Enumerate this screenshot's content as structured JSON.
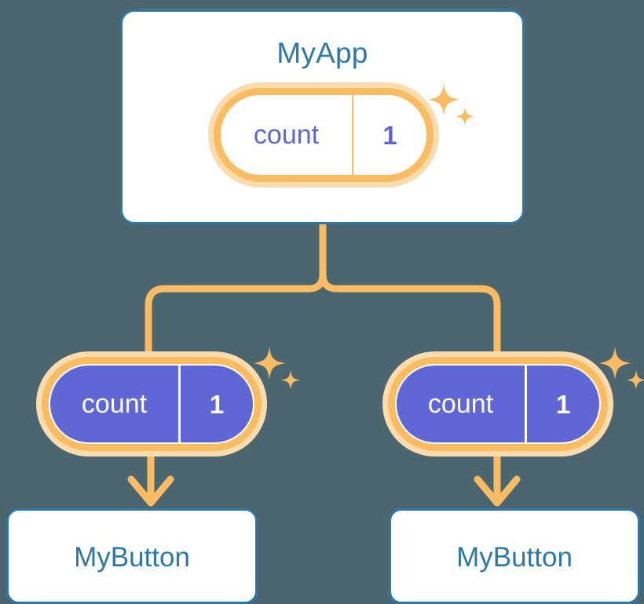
{
  "theme": {
    "background": "#4C6670",
    "card_fill": "#FFFFFF",
    "card_border": "#2E78A8",
    "title_text": "#2E78A8",
    "pill_ring": "#F9BC63",
    "pill_halo": "#FBDCAE",
    "pill_fill_active": "#6067D4",
    "pill_text_purple": "#6067D4",
    "pill_text_white": "#FFFFFF",
    "connector": "#F9BC63",
    "sparkle": "#F9BC63"
  },
  "diagram": {
    "type": "component-tree",
    "root": {
      "name": "app-card",
      "title": "MyApp",
      "state_pill": {
        "key": "count",
        "value": "1",
        "style": "outline",
        "sparkle": true
      }
    },
    "children": [
      {
        "name": "child-left",
        "state_pill": {
          "key": "count",
          "value": "1",
          "style": "filled",
          "sparkle": true
        },
        "button": {
          "label": "MyButton"
        }
      },
      {
        "name": "child-right",
        "state_pill": {
          "key": "count",
          "value": "1",
          "style": "filled",
          "sparkle": true
        },
        "button": {
          "label": "MyButton"
        }
      }
    ]
  },
  "icons": {
    "sparkle_large": "sparkle-four-point-large",
    "sparkle_small": "sparkle-four-point-small",
    "arrow_down": "arrow-down-icon",
    "branch": "tree-branch-connector"
  }
}
